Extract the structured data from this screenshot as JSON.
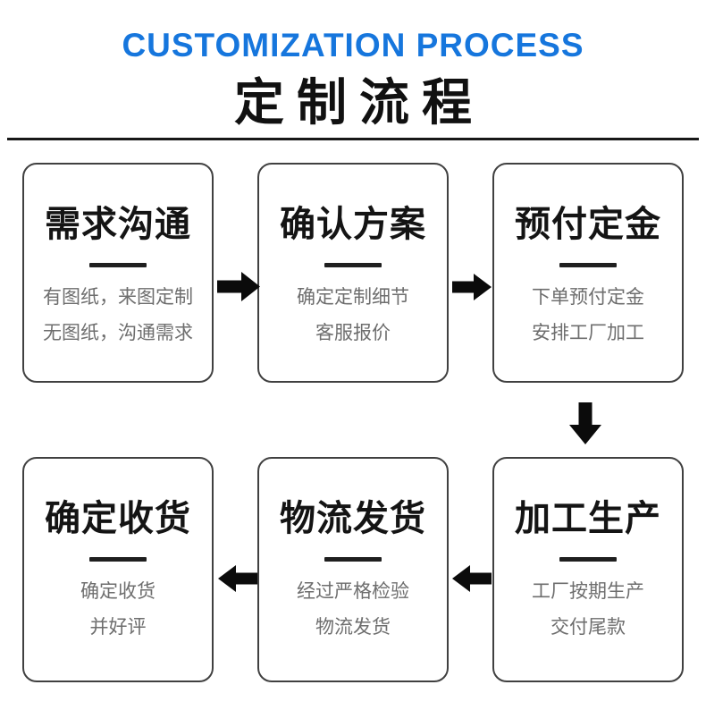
{
  "header": {
    "title_en": "CUSTOMIZATION PROCESS",
    "title_cn": "定制流程"
  },
  "colors": {
    "accent_blue": "#1676dd",
    "heading_black": "#111111",
    "box_border_gray": "#404040",
    "body_text_gray": "#6e6e6e",
    "arrow_black": "#0b0b0b"
  },
  "steps": [
    {
      "title": "需求沟通",
      "lines": [
        "有图纸，来图定制",
        "无图纸，沟通需求"
      ]
    },
    {
      "title": "确认方案",
      "lines": [
        "确定定制细节",
        "客服报价"
      ]
    },
    {
      "title": "预付定金",
      "lines": [
        "下单预付定金",
        "安排工厂加工"
      ]
    },
    {
      "title": "加工生产",
      "lines": [
        "工厂按期生产",
        "交付尾款"
      ]
    },
    {
      "title": "物流发货",
      "lines": [
        "经过严格检验",
        "物流发货"
      ]
    },
    {
      "title": "确定收货",
      "lines": [
        "确定收货",
        "并好评"
      ]
    }
  ],
  "flow_icons": [
    "arrow-right-icon",
    "arrow-right-icon",
    "arrow-down-icon",
    "arrow-left-icon",
    "arrow-left-icon"
  ]
}
